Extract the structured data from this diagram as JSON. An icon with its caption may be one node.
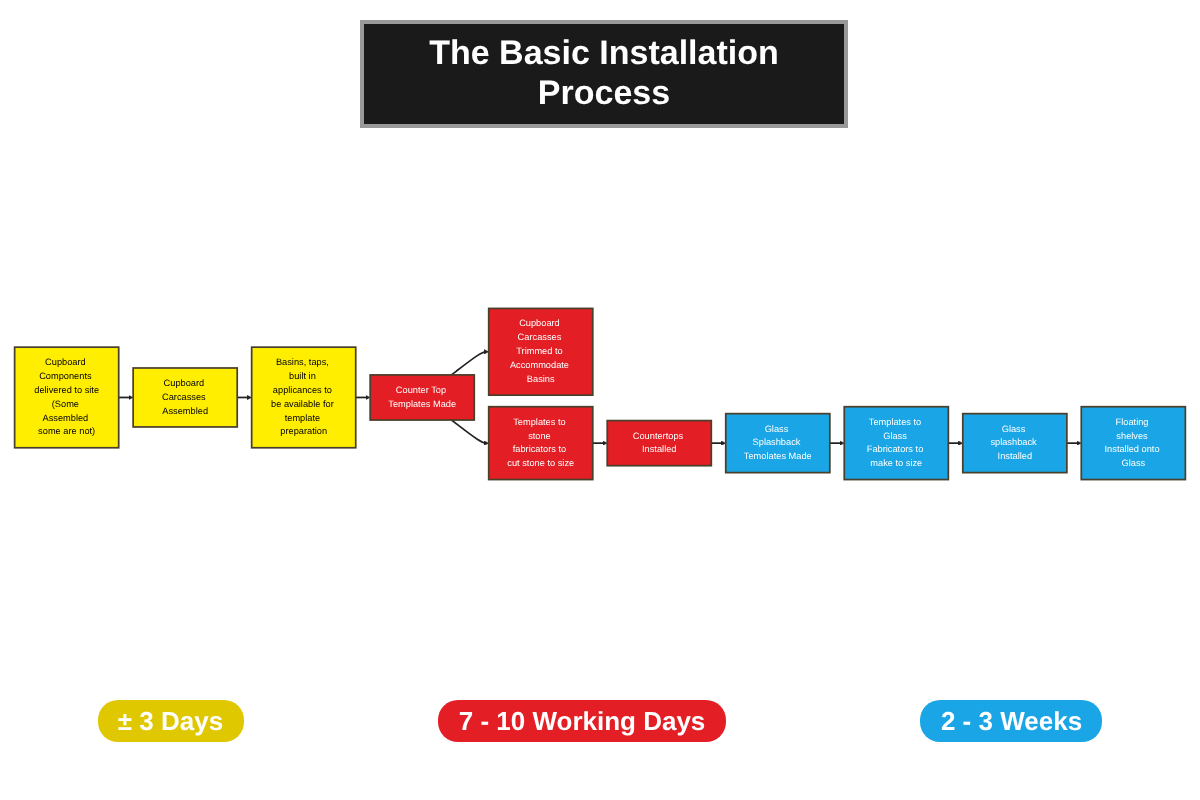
{
  "diagram": {
    "title": "The Basic Installation Process",
    "nodes": [
      {
        "text": [
          "Cupboard Components delivered to site",
          "(Some Assembled some are not)"
        ]
      },
      {
        "text": [
          "Cupboard Carcasses Assembled"
        ]
      },
      {
        "text": [
          "Basins, taps, built in applicances to be available for template preparation"
        ]
      },
      {
        "text": [
          "Counter Top Templates Made"
        ]
      },
      {
        "text": [
          "Cupboard Carcasses Trimmed to Accommodate Basins"
        ]
      },
      {
        "text": [
          "Templates to stone fabricators to cut stone to size"
        ]
      },
      {
        "text": [
          "Countertops Installed"
        ]
      },
      {
        "text": [
          "Glass Splashback Temolates Made"
        ]
      },
      {
        "text": [
          "Templates to Glass Fabricators to make to size"
        ]
      },
      {
        "text": [
          "Glass splashback Installed"
        ]
      },
      {
        "text": [
          "Floating shelves Installed onto Glass"
        ]
      }
    ],
    "edges": [
      {
        "from": 0,
        "to": 1,
        "arrow": "to"
      },
      {
        "from": 1,
        "to": 2,
        "arrow": "to"
      },
      {
        "from": 2,
        "to": 3,
        "arrow": "to"
      },
      {
        "from": 3,
        "to": 4,
        "arrow": "to"
      },
      {
        "from": 3,
        "to": 5,
        "arrow": "to"
      },
      {
        "from": 5,
        "to": 6,
        "arrow": "to"
      },
      {
        "from": 6,
        "to": 7,
        "arrow": "to"
      },
      {
        "from": 7,
        "to": 8,
        "arrow": "to"
      },
      {
        "from": 8,
        "to": 9,
        "arrow": "to"
      },
      {
        "from": 9,
        "to": 10,
        "arrow": "to"
      }
    ],
    "labels": [
      "± 3 Days",
      "7 - 10 Working Days",
      "2 - 3 Weeks"
    ]
  }
}
